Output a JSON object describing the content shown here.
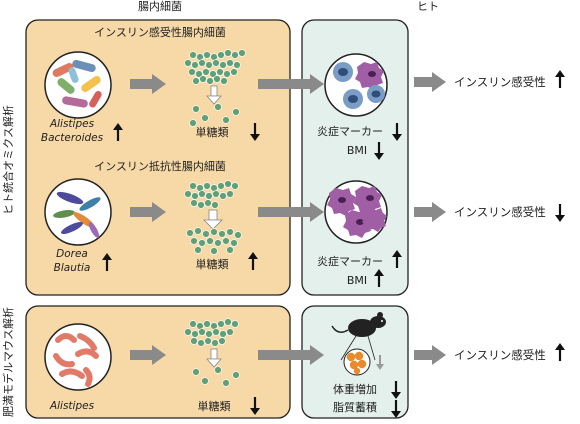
{
  "header": {
    "gut_bacteria": "腸内細菌",
    "human": "ヒト"
  },
  "side_labels": {
    "human_omics": "ヒト統合オミクス解析",
    "mouse": "肥満モデルマウス解析"
  },
  "panels": {
    "sensitive": {
      "title": "インスリン感受性腸内細菌",
      "genus_1": "Alistipes",
      "genus_2": "Bacteroides",
      "genus_trend": "up",
      "monosaccharide": "単糖類",
      "monosaccharide_trend": "down",
      "inflammation": "炎症マーカー",
      "inflammation_trend": "down",
      "bmi": "BMI",
      "bmi_trend": "down",
      "outcome": "インスリン感受性",
      "outcome_trend": "up"
    },
    "resistant": {
      "title": "インスリン抵抗性腸内細菌",
      "genus_1": "Dorea",
      "genus_2": "Blautia",
      "genus_trend": "up",
      "monosaccharide": "単糖類",
      "monosaccharide_trend": "up",
      "inflammation": "炎症マーカー",
      "inflammation_trend": "up",
      "bmi": "BMI",
      "bmi_trend": "up",
      "outcome": "インスリン感受性",
      "outcome_trend": "down"
    },
    "mouse": {
      "genus_1": "Alistipes",
      "monosaccharide": "単糖類",
      "monosaccharide_trend": "down",
      "weight_gain": "体重増加",
      "weight_gain_trend": "down",
      "fat_accumulation": "脂質蓄積",
      "fat_accumulation_trend": "down",
      "outcome": "インスリン感受性",
      "outcome_trend": "up"
    }
  },
  "colors": {
    "gut_panel": "#f6d9a6",
    "human_panel": "#e3f0ec",
    "arrow_gray": "#8a8a8a",
    "cell_blue": "#4d6e9c",
    "cell_purple": "#8e4d8f",
    "sugar_green": "#5fa079",
    "fat_orange": "#e98a2b"
  }
}
